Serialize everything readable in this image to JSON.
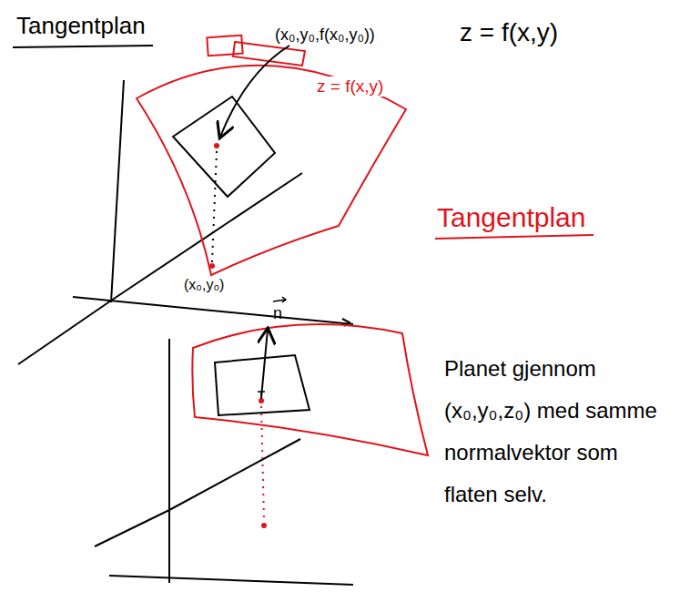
{
  "diagram": {
    "title": "Tangentplan",
    "labels": [
      "(x₀,y₀,f(x₀,y₀))",
      "z = f(x,y)",
      "z = f(x,y)",
      "Tangentplan",
      "(x₀,y₀)",
      "n",
      "Planet gjennom (x₀,y₀,z₀) med samme normalvektor som flaten selv."
    ]
  }
}
